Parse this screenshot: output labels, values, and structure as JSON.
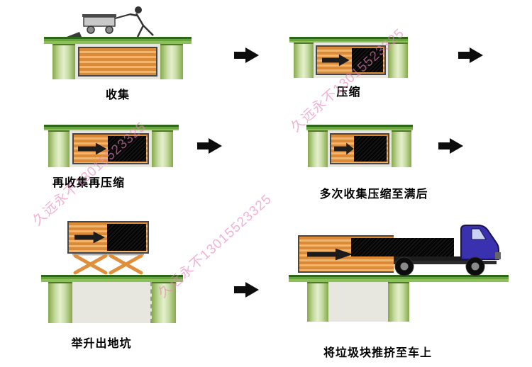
{
  "steps": [
    {
      "index": 1,
      "caption": "收集",
      "waste_fill_percent": 0,
      "scene": "worker-with-cart-above-underground-pit"
    },
    {
      "index": 2,
      "caption": "压缩",
      "waste_fill_percent": 46,
      "scene": "compactor-in-pit"
    },
    {
      "index": 3,
      "caption": "再收集再压缩",
      "waste_fill_percent": 52,
      "scene": "compactor-in-pit"
    },
    {
      "index": 4,
      "caption": "多次收集压缩至满后",
      "waste_fill_percent": 58,
      "scene": "compactor-in-pit"
    },
    {
      "index": 5,
      "caption": "举升出地坑",
      "waste_fill_percent": 50,
      "scene": "container-raised-on-scissor-lift"
    },
    {
      "index": 6,
      "caption": "将垃圾块推挤至车上",
      "waste_fill_percent": 55,
      "scene": "waste-block-pushed-onto-truck"
    }
  ],
  "flow_arrows": {
    "count": 5,
    "direction": "right",
    "color": "#0d0d0d"
  },
  "watermark": {
    "text": "久远永不13015523325",
    "color": "#e982b9",
    "rotation_deg": -42,
    "instances": 3
  },
  "icons": {
    "flow-arrow-icon": "solid black block arrow pointing right",
    "push-arrow-icon": "dark compaction arrow pointing right inside container"
  },
  "colors": {
    "background": "#ffffff",
    "ground_green": "#69a63a",
    "pit_wall_green": "#c7dca2",
    "container_orange": "#db8a38",
    "waste_black": "#0a0a0a",
    "truck_blue": "#3a31b0"
  }
}
